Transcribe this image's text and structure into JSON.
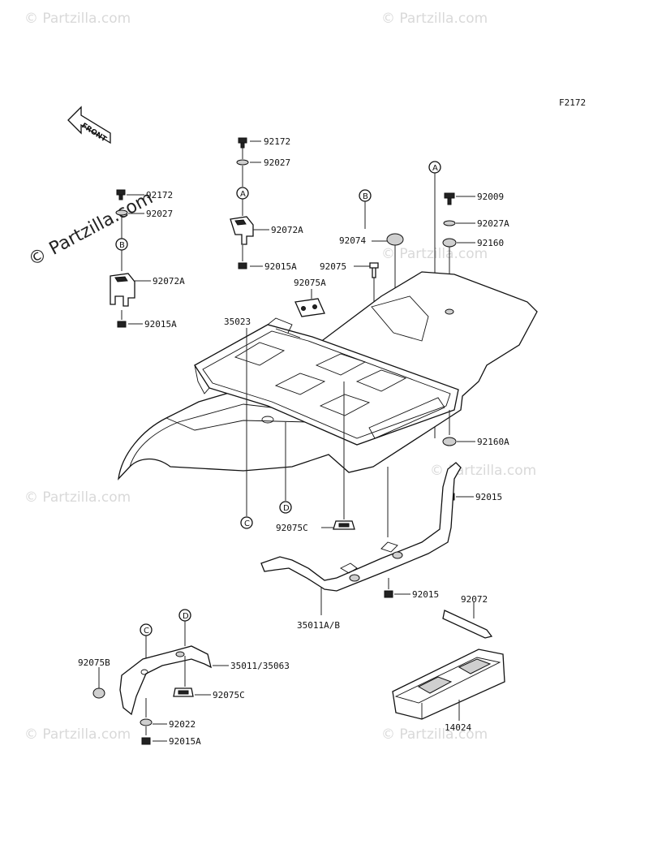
{
  "diagram_id": "F2172",
  "front_label": "FRONT",
  "watermark_main": "© Partzilla.com",
  "watermark_repeat": "© Partzilla.com",
  "part_labels": {
    "p92172_top": "92172",
    "p92027_top": "92027",
    "p92072A_top": "92072A",
    "p92015A_top": "92015A",
    "p92172_left": "92172",
    "p92027_left": "92027",
    "p92072A_left": "92072A",
    "p92015A_left": "92015A",
    "p92075A": "92075A",
    "p35023": "35023",
    "p92074": "92074",
    "p92075": "92075",
    "p92009": "92009",
    "p92027A": "92027A",
    "p92160": "92160",
    "p92160A": "92160A",
    "p92015_a": "92015",
    "p92015_b": "92015",
    "p92075C_mid": "92075C",
    "p35011AB": "35011A/B",
    "p92072": "92072",
    "p14024": "14024",
    "p92075B": "92075B",
    "p35011_35063": "35011/35063",
    "p92075C_low": "92075C",
    "p92022": "92022",
    "p92015A_low": "92015A"
  },
  "callouts": {
    "A": "A",
    "B": "B",
    "C": "C",
    "D": "D"
  }
}
